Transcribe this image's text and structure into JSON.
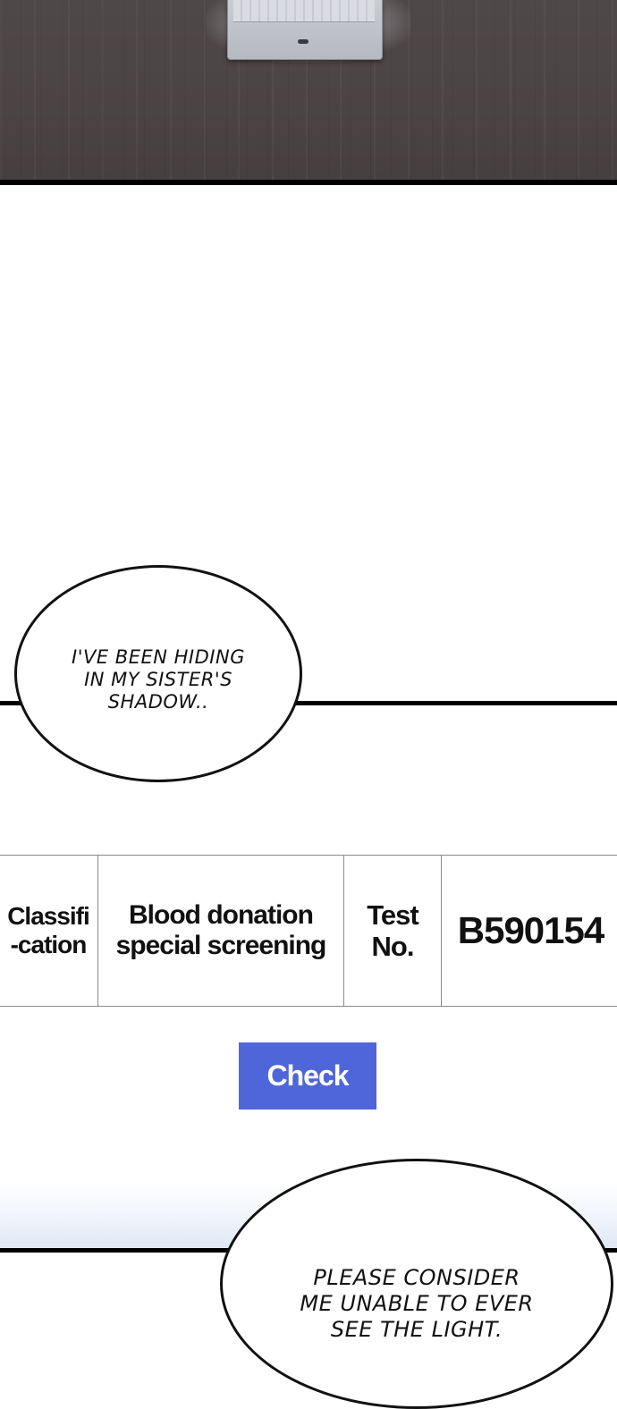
{
  "bubbles": {
    "first": [
      "I'VE BEEN HIDING",
      "IN MY SISTER'S",
      "SHADOW.."
    ],
    "second": [
      "PLEASE CONSIDER",
      "ME UNABLE TO EVER",
      "SEE THE LIGHT."
    ]
  },
  "form": {
    "classification_label": [
      "Classifi",
      "-cation"
    ],
    "classification_value": [
      "Blood donation",
      "special screening"
    ],
    "test_no_label": [
      "Test",
      "No."
    ],
    "test_no_value": "B590154"
  },
  "check_button": {
    "label": "Check",
    "color": "#4f66da"
  }
}
